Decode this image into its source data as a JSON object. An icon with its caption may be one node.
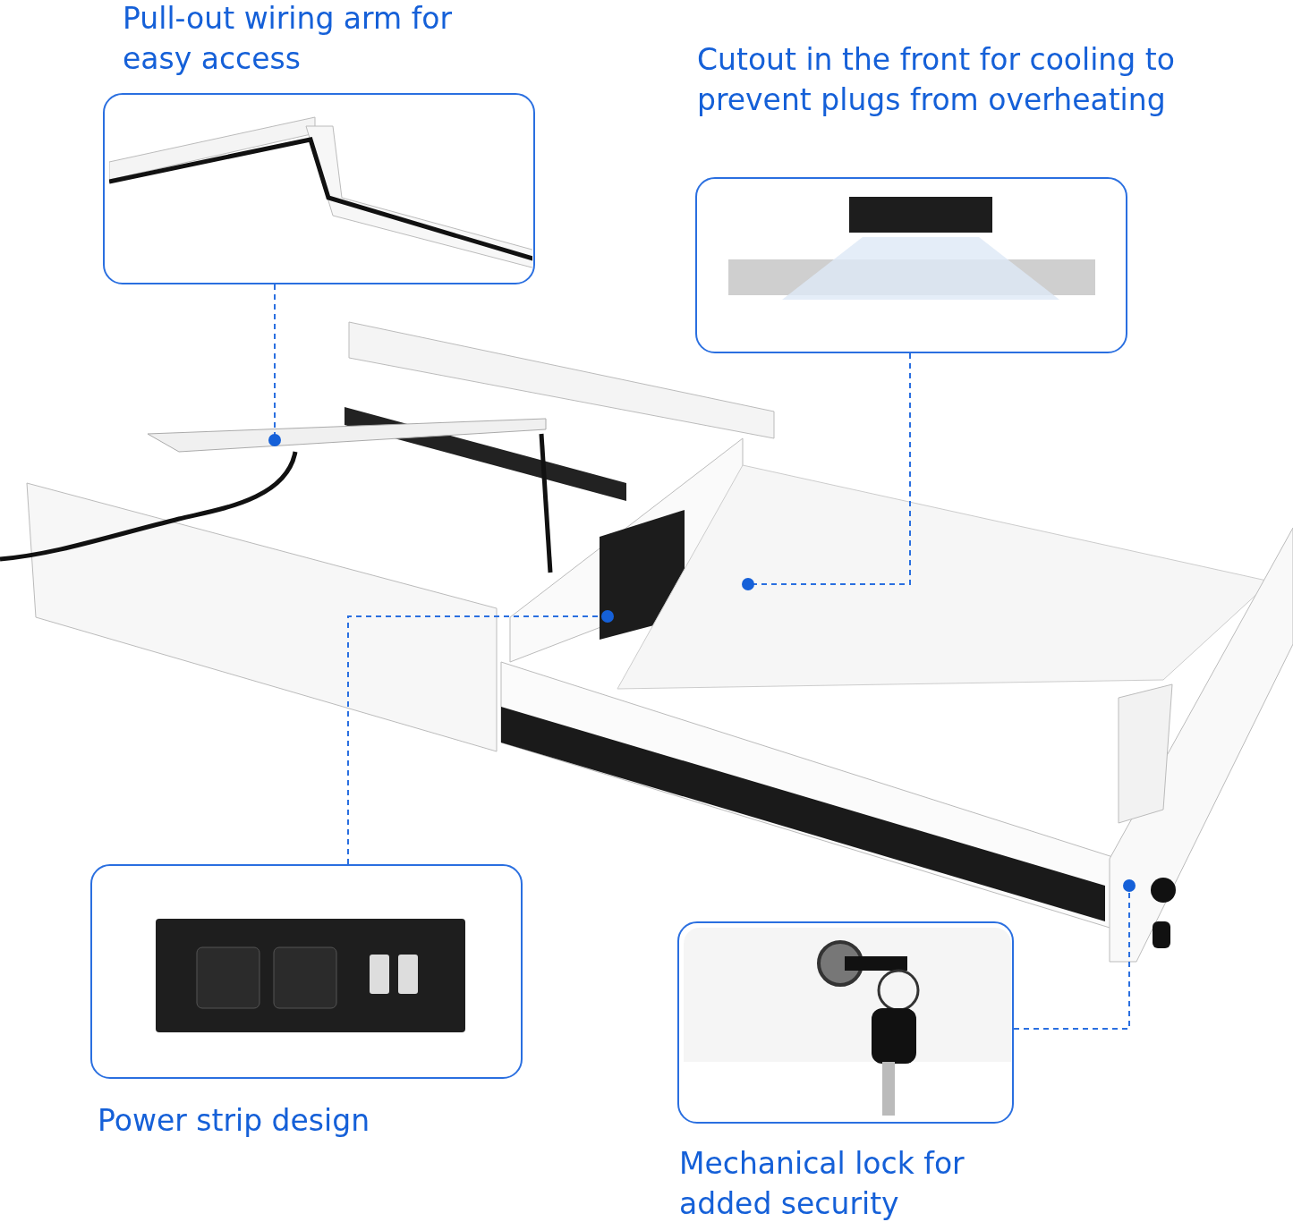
{
  "diagram": {
    "nodes": [
      {
        "text": [
          "Pull-out wiring arm for easy access"
        ]
      },
      {
        "text": [
          "Cutout in the front for cooling to prevent plugs from overheating"
        ]
      },
      {
        "text": [
          "Power strip design"
        ]
      },
      {
        "text": [
          "Mechanical lock for added security"
        ]
      }
    ],
    "edges": [
      {
        "from": 0,
        "to": null,
        "arrow": "other",
        "style": "dashed"
      },
      {
        "from": 1,
        "to": null,
        "arrow": "other",
        "style": "dashed"
      },
      {
        "from": 2,
        "to": null,
        "arrow": "other",
        "style": "dashed"
      },
      {
        "from": 3,
        "to": null,
        "arrow": "other",
        "style": "dashed"
      }
    ]
  }
}
